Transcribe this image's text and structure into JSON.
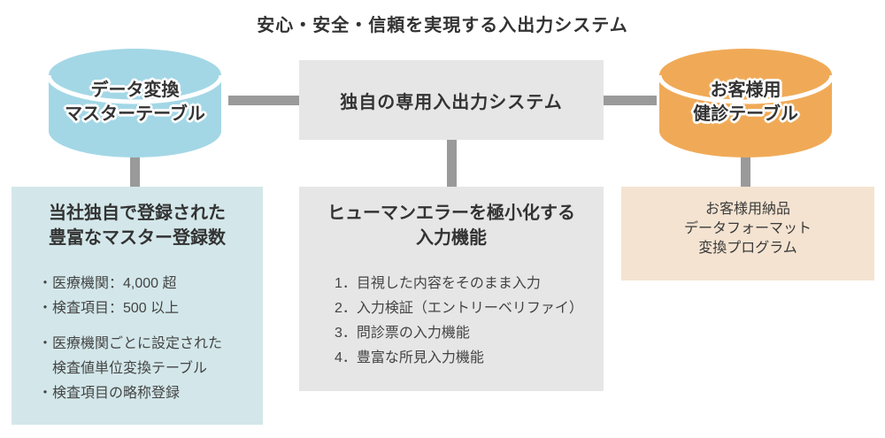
{
  "title": "安心・安全・信頼を実現する入出力システム",
  "colors": {
    "cylinder_blue": "#a3d7e6",
    "cylinder_orange": "#f0aa57",
    "box_gray": "#e6e6e6",
    "panel_blue": "#d3e7ea",
    "panel_tan": "#f4e3d1",
    "connector_gray": "#9a9a9a",
    "text_dark": "#333333"
  },
  "cylinders": {
    "left": {
      "line1": "データ変換",
      "line2": "マスターテーブル"
    },
    "right": {
      "line1": "お客様用",
      "line2": "健診テーブル"
    }
  },
  "system_box": {
    "label": "独自の専用入出力システム"
  },
  "left_panel": {
    "heading_line1": "当社独自で登録された",
    "heading_line2": "豊富なマスター登録数",
    "items": [
      "・医療機関：4,000 超",
      "・検査項目：500 以上",
      "・医療機関ごとに設定された",
      "検査値単位変換テーブル",
      "・検査項目の略称登録"
    ]
  },
  "center_panel": {
    "heading_line1": "ヒューマンエラーを極小化する",
    "heading_line2": "入力機能",
    "items": [
      "1．目視した内容をそのまま入力",
      "2．入力検証（エントリーベリファイ）",
      "3．問診票の入力機能",
      "4．豊富な所見入力機能"
    ]
  },
  "right_panel": {
    "lines": [
      "お客様用納品",
      "データフォーマット",
      "変換プログラム"
    ]
  }
}
